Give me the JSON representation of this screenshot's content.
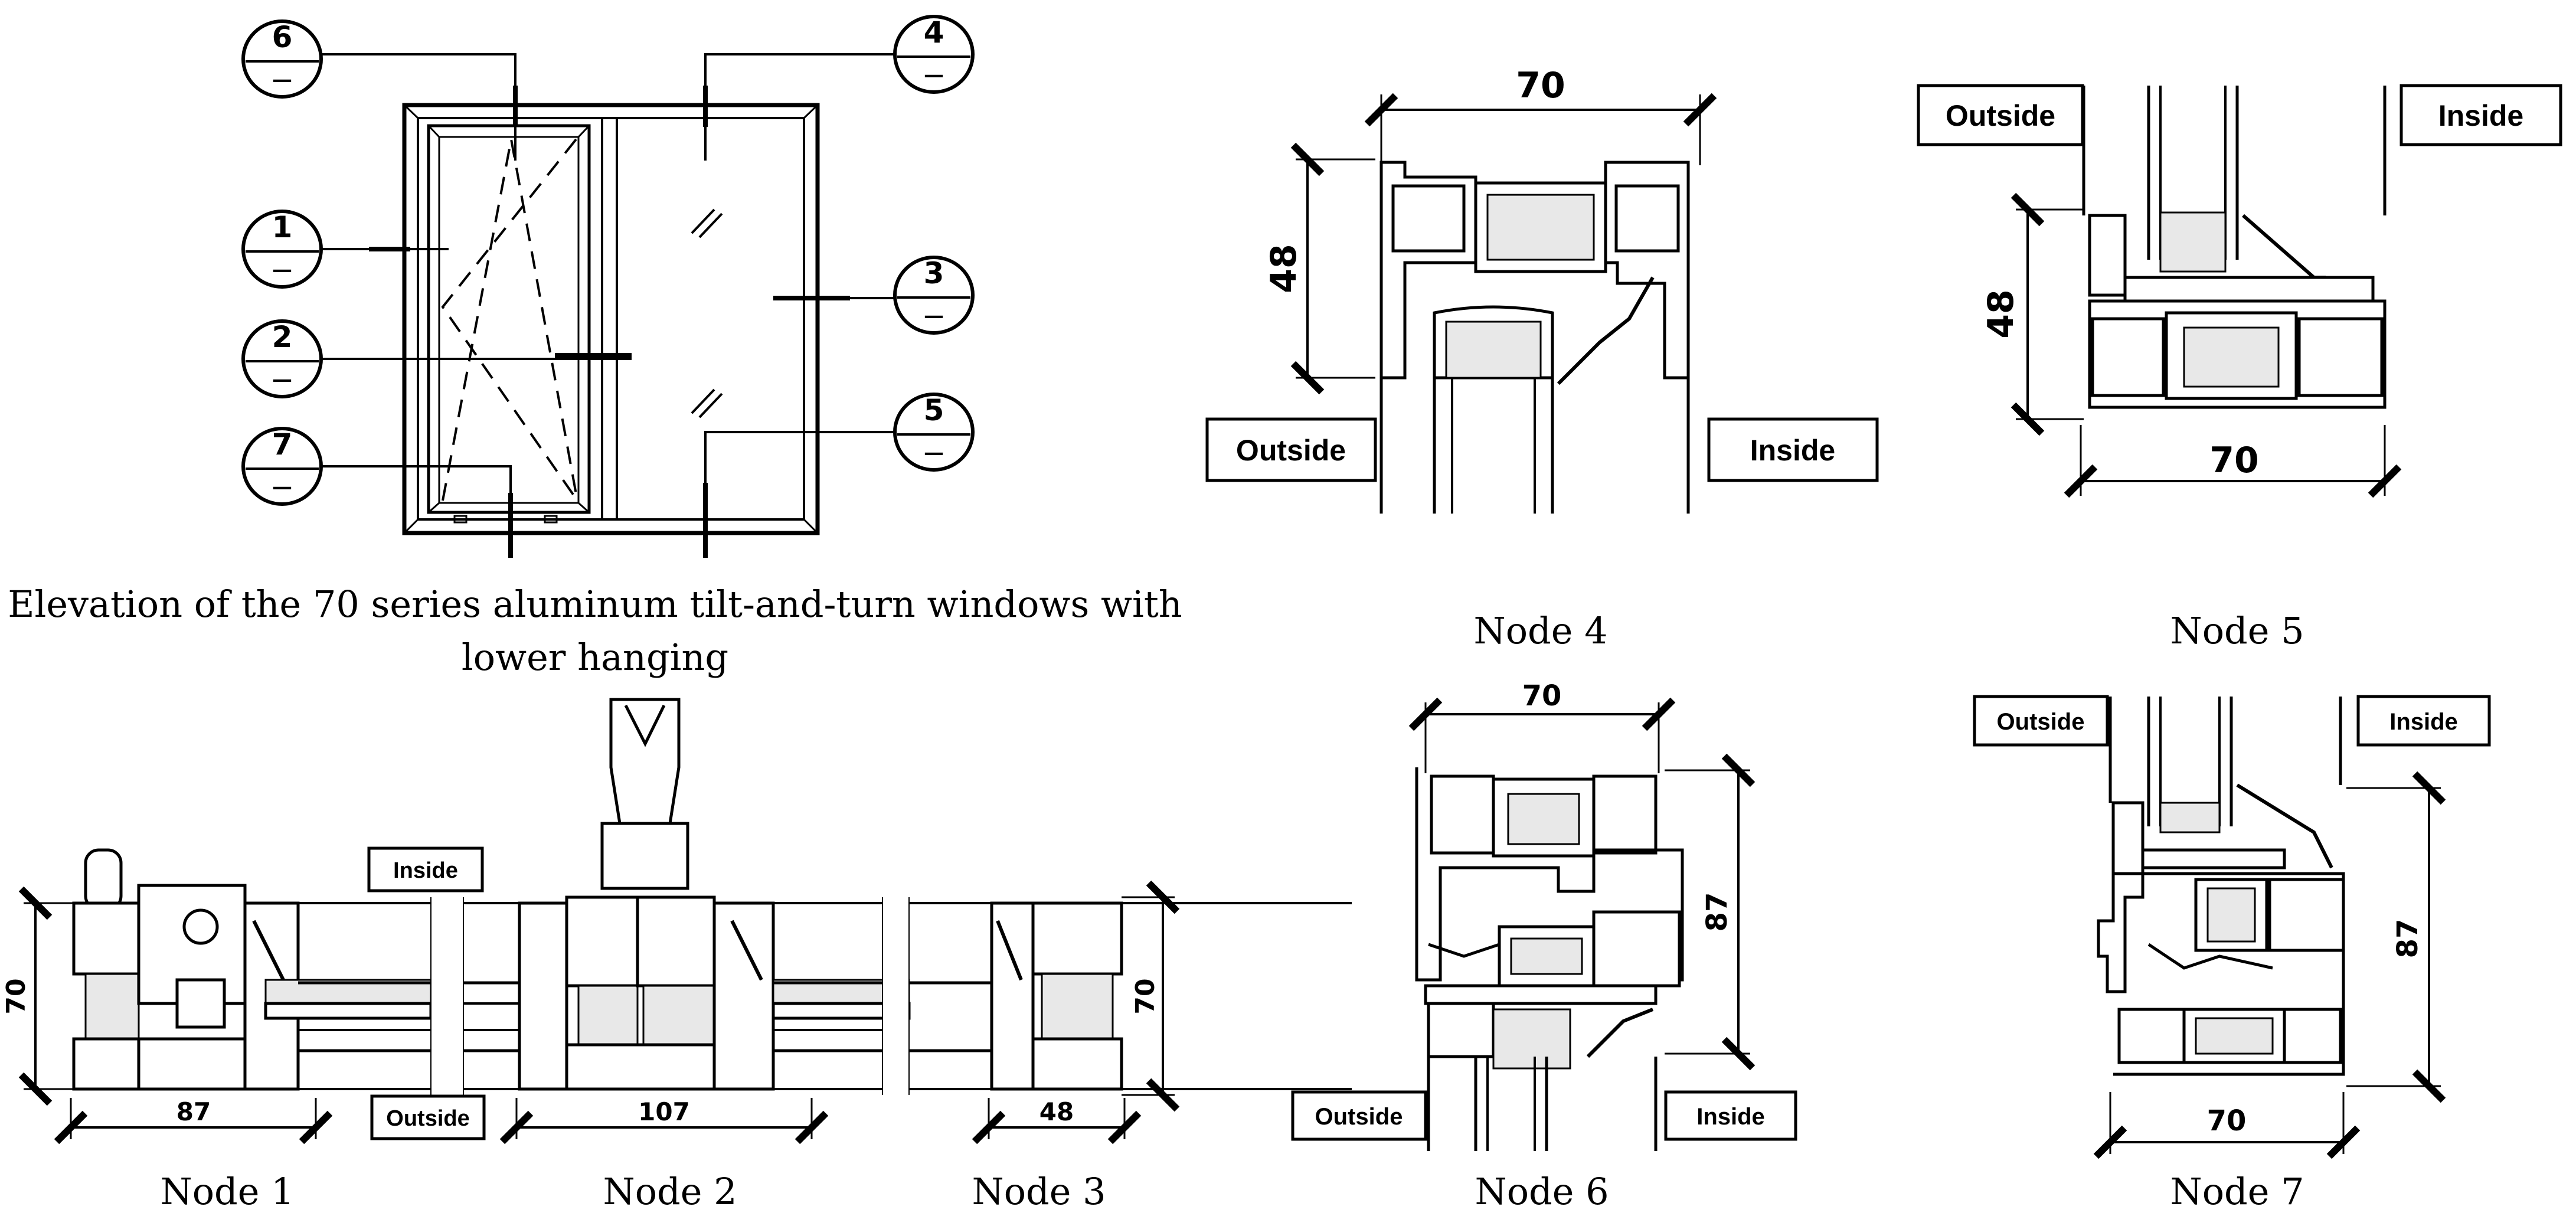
{
  "elevation": {
    "caption_line1": "Elevation of the 70 series aluminum tilt-and-turn windows with",
    "caption_line2": "lower hanging",
    "callouts": [
      {
        "num": "6",
        "sub": "—"
      },
      {
        "num": "4",
        "sub": "—"
      },
      {
        "num": "1",
        "sub": "—"
      },
      {
        "num": "3",
        "sub": "—"
      },
      {
        "num": "2",
        "sub": "—"
      },
      {
        "num": "5",
        "sub": "—"
      },
      {
        "num": "7",
        "sub": "—"
      }
    ]
  },
  "node4": {
    "caption": "Node 4",
    "dim_h": "70",
    "dim_v": "48",
    "outside": "Outside",
    "inside": "Inside"
  },
  "node5": {
    "caption": "Node 5",
    "dim_h": "70",
    "dim_v": "48",
    "outside": "Outside",
    "inside": "Inside"
  },
  "node6": {
    "caption": "Node 6",
    "dim_h": "70",
    "dim_v": "87",
    "outside": "Outside",
    "inside": "Inside"
  },
  "node7": {
    "caption": "Node 7",
    "dim_h": "70",
    "dim_v": "87",
    "outside": "Outside",
    "inside": "Inside"
  },
  "bottom_section": {
    "inside": "Inside",
    "outside": "Outside",
    "left_dim": "70",
    "right_dim": "70",
    "node1": {
      "caption": "Node 1",
      "dim": "87"
    },
    "node2": {
      "caption": "Node 2",
      "dim": "107"
    },
    "node3": {
      "caption": "Node 3",
      "dim": "48"
    }
  }
}
